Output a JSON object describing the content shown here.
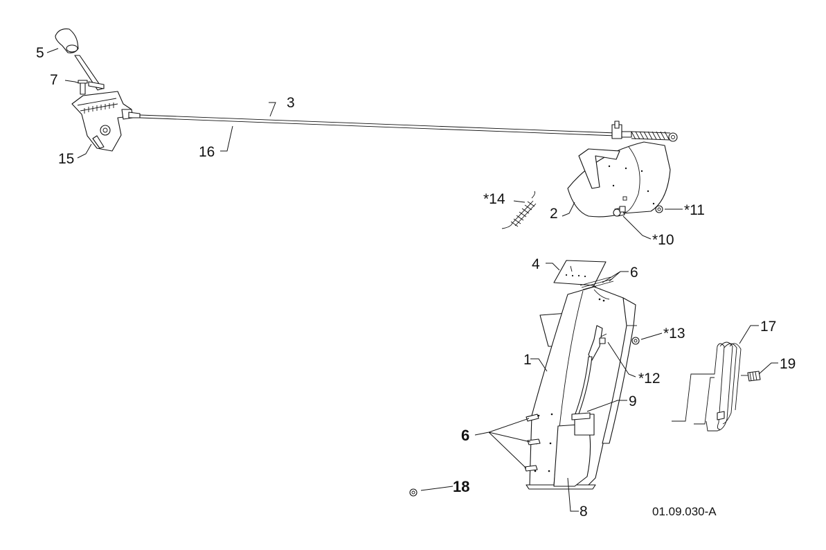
{
  "callouts": {
    "c1": "1",
    "c2": "2",
    "c3": "3",
    "c4": "4",
    "c5": "5",
    "c6_top": "6",
    "c6_left": "6",
    "c7": "7",
    "c8": "8",
    "c9": "9",
    "c10": "*10",
    "c11": "*11",
    "c12": "*12",
    "c13": "*13",
    "c14": "*14",
    "c15": "15",
    "c16": "16",
    "c17": "17",
    "c18": "18",
    "c19": "19"
  },
  "drawing_code": "01.09.030-A"
}
